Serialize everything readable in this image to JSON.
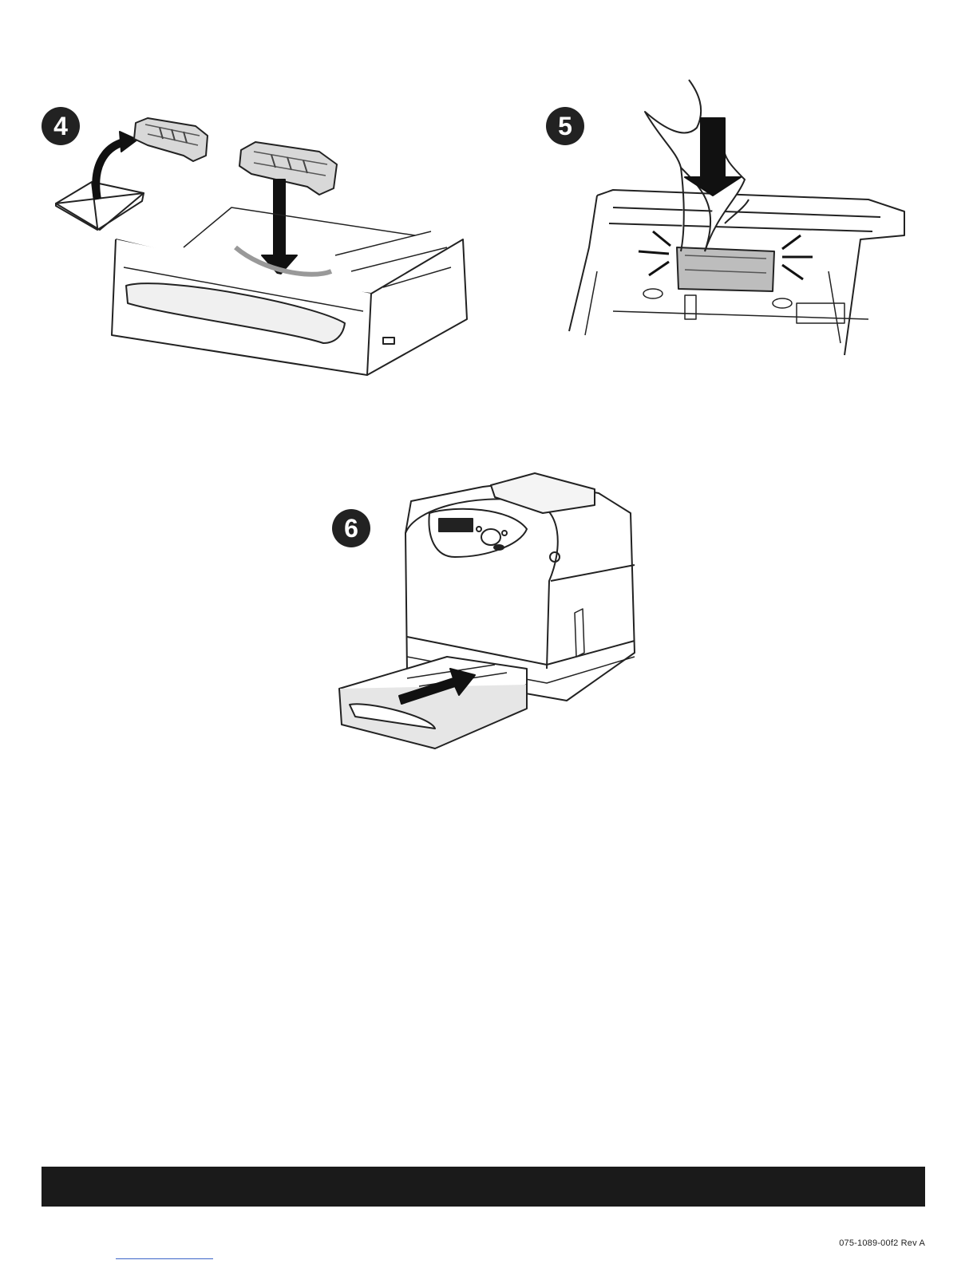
{
  "steps": [
    {
      "number": "4"
    },
    {
      "number": "5"
    },
    {
      "number": "6"
    }
  ],
  "footer": {
    "doc_number": "075-1089-00f2 Rev A"
  }
}
